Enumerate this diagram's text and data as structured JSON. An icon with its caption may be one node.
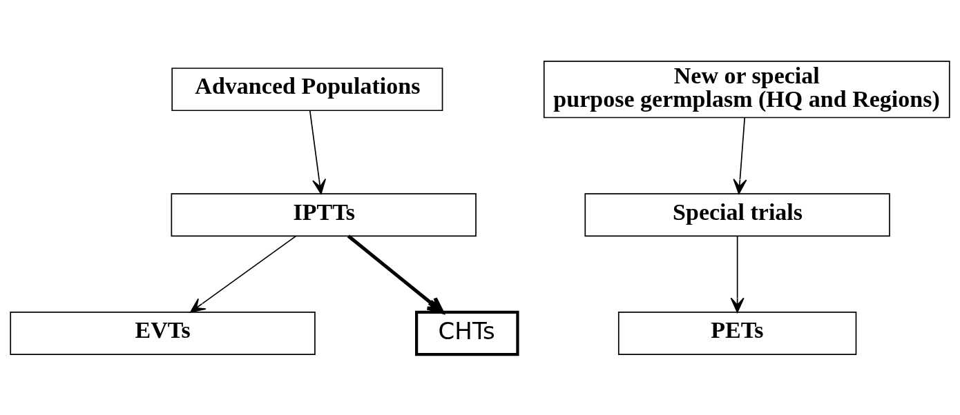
{
  "diagram": {
    "nodes": [
      {
        "text": [
          "Advanced Populations"
        ]
      },
      {
        "text": [
          "New or special purpose germplasm (HQ and Regions)"
        ]
      },
      {
        "text": [
          "IPTTs"
        ]
      },
      {
        "text": [
          "Special trials"
        ]
      },
      {
        "text": [
          "EVTs"
        ]
      },
      {
        "text": [
          "CHTs"
        ]
      },
      {
        "text": [
          "PETs"
        ]
      }
    ],
    "edges": [
      {
        "from": 0,
        "to": 2,
        "arrow": "to"
      },
      {
        "from": 2,
        "to": 4,
        "arrow": "to"
      },
      {
        "from": 2,
        "to": 5,
        "arrow": "to",
        "style": "thick"
      },
      {
        "from": 1,
        "to": 3,
        "arrow": "to"
      },
      {
        "from": 3,
        "to": 6,
        "arrow": "to"
      }
    ]
  }
}
